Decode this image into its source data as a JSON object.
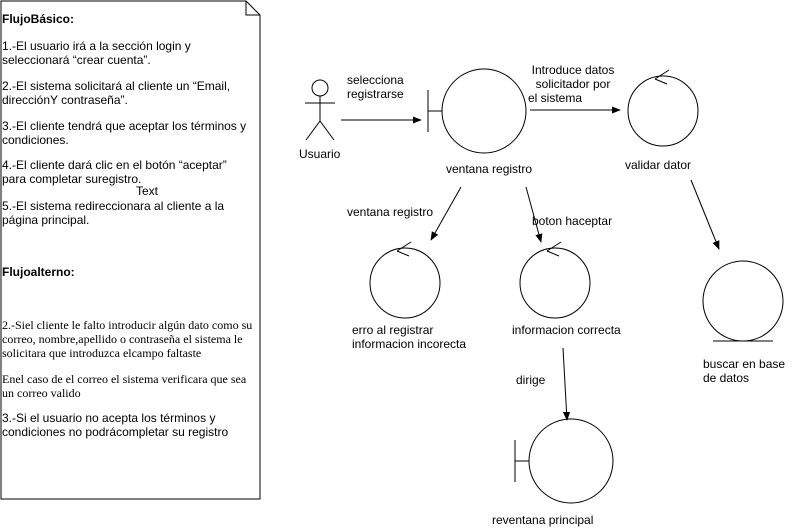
{
  "note": {
    "heading_basic": "FlujoBásico:",
    "basic_steps": [
      "1.-El usuario irá a la sección login y seleccionará “crear cuenta”.",
      "2.-El sistema solicitará al cliente un “Email, direcciónY contraseña”.",
      "3.-El cliente tendrá que aceptar los términos y condiciones.",
      "4.-El cliente dará clic en el botón “aceptar” para completar suregistro.",
      "5.-El sistema redireccionara al cliente a la página principal."
    ],
    "stray_label": "Text",
    "heading_alt": "Flujoalterno:",
    "alt_steps": [
      "2.-Siel cliente le falto introducir algún dato como su correo, nombre,apellido o contraseña el sistema le solicitara que introduzca elcampo faltaste",
      "Enel caso de el correo el sistema verificara que sea un correo valido",
      "3.-Si el usuario no acepta los términos y condiciones no podrácompletar su registro"
    ]
  },
  "actor": {
    "label": "Usuario"
  },
  "nodes": {
    "ventana_registro": "ventana registro",
    "validar_dator": "validar dator",
    "erro": [
      "erro al registrar",
      "informacion incorecta"
    ],
    "informacion_correcta": "informacion correcta",
    "buscar": [
      "buscar en base",
      "de datos"
    ],
    "reventana_principal": "reventana principal"
  },
  "edges": {
    "selecciona": [
      "selecciona",
      "registrarse"
    ],
    "introduce": [
      "Introduce datos",
      "solicitador por",
      "el sistema"
    ],
    "ventana_registro_edge": "ventana registro",
    "boton_haceptar": "boton haceptar",
    "dirige": "dirige"
  }
}
